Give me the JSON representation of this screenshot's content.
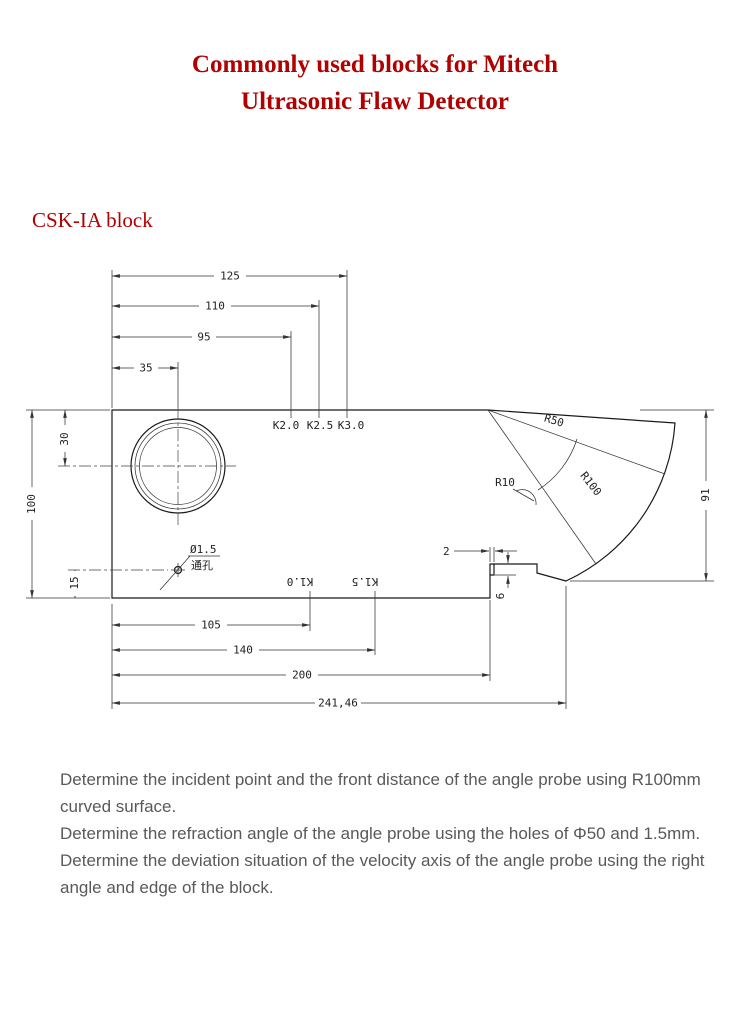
{
  "page": {
    "title_line1": "Commonly used blocks for Mitech",
    "title_line2": "Ultrasonic Flaw Detector",
    "section_heading": "CSK-IA block"
  },
  "drawing": {
    "top_dims": [
      "125",
      "110",
      "95",
      "35"
    ],
    "left_dims": [
      "100",
      "30",
      "15"
    ],
    "right_dim": "91",
    "bottom_dims": [
      "105",
      "140",
      "200",
      "241,46"
    ],
    "k_top": [
      "K2.0",
      "K2.5",
      "K3.0"
    ],
    "k_bottom": [
      "K1.0",
      "K1.5"
    ],
    "radii": [
      "R50",
      "R100",
      "R10"
    ],
    "hole_diameter_label": "Ø1.5",
    "hole_type_label": "通孔",
    "notch_width": "2",
    "notch_depth": "6"
  },
  "notes": [
    "Determine the incident point and the front distance of the angle probe using R100mm curved surface.",
    "Determine the refraction angle of the angle probe using the holes of Φ50 and 1.5mm.",
    "Determine the deviation situation of the velocity axis of the angle probe using the right angle and edge of the block."
  ],
  "colors": {
    "heading": "#b00000",
    "body_text": "#595959",
    "drawing_line": "#222222"
  }
}
